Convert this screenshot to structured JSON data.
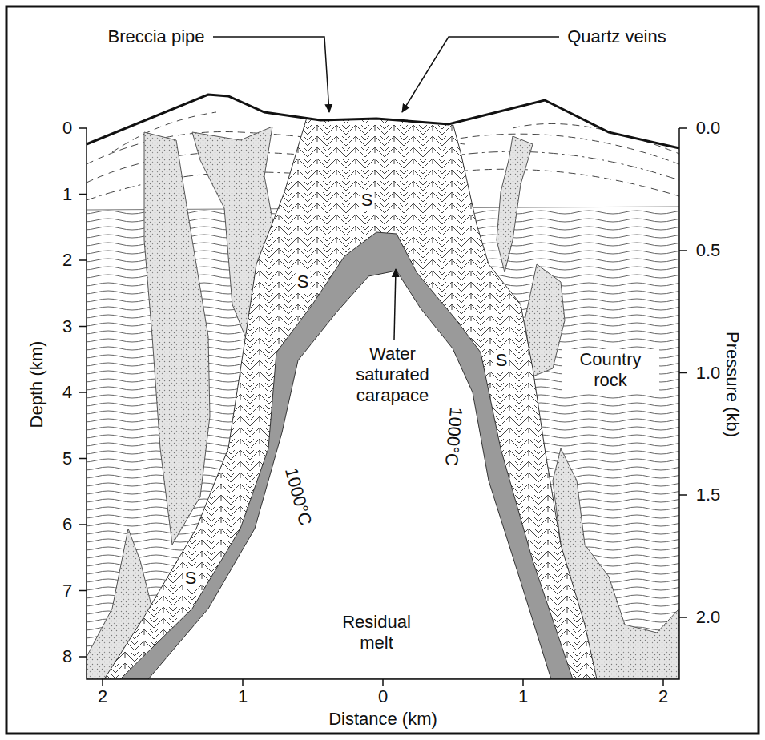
{
  "diagram": {
    "labels": [
      "Breccia pipe",
      "Quartz veins",
      "S",
      "S",
      "S",
      "S",
      "Water saturated carapace",
      "Country rock",
      "1000°C",
      "1000°C",
      "Residual melt",
      "Depth (km)",
      "Pressure (kb)",
      "Distance (km)",
      "0",
      "1",
      "2",
      "3",
      "4",
      "5",
      "6",
      "7",
      "8",
      "0.0",
      "0.5",
      "1.0",
      "1.5",
      "2.0",
      "2",
      "1",
      "0",
      "1",
      "2"
    ]
  }
}
